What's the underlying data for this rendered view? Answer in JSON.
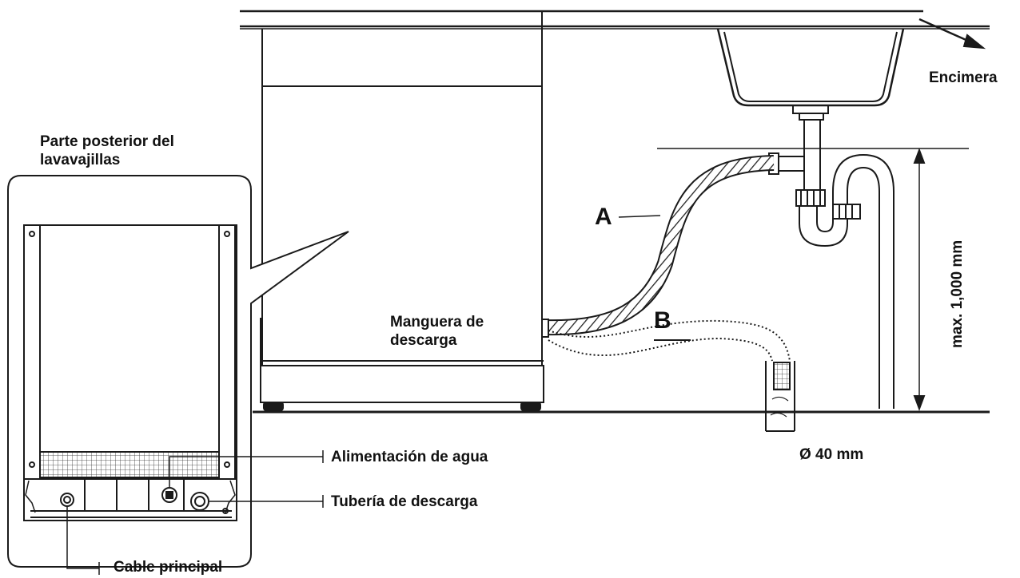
{
  "labels": {
    "countertop": "Encimera",
    "rear_title": "Parte posterior del\nlavavajillas",
    "hose_option_a": "A",
    "hose_option_b": "B",
    "drain_hose": "Manguera de\ndescarga",
    "max_height": "max. 1,000 mm",
    "diameter": "Ø 40 mm",
    "water_supply": "Alimentación de agua",
    "drain_pipe": "Tubería de descarga",
    "main_cable": "Cable principal"
  },
  "colors": {
    "line": "#1a1a1a",
    "background": "#ffffff",
    "hose_fill": "#d9d9d9"
  }
}
